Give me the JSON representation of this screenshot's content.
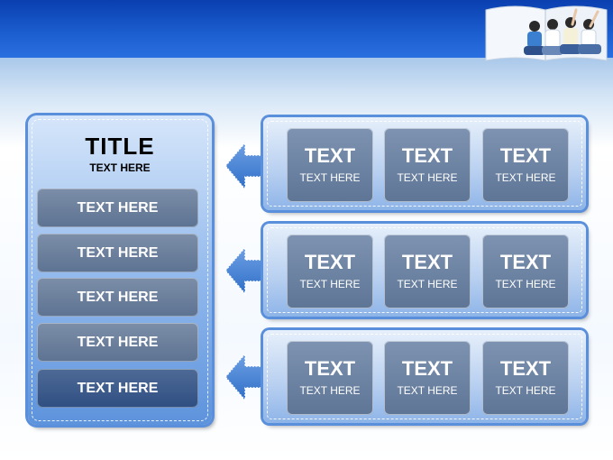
{
  "left_panel": {
    "title": "TITLE",
    "subtitle": "TEXT HERE",
    "items": [
      {
        "label": "TEXT HERE"
      },
      {
        "label": "TEXT HERE"
      },
      {
        "label": "TEXT HERE"
      },
      {
        "label": "TEXT HERE"
      },
      {
        "label": "TEXT HERE"
      }
    ]
  },
  "rows": [
    {
      "cells": [
        {
          "title": "TEXT",
          "sub": "TEXT HERE"
        },
        {
          "title": "TEXT",
          "sub": "TEXT HERE"
        },
        {
          "title": "TEXT",
          "sub": "TEXT HERE"
        }
      ]
    },
    {
      "cells": [
        {
          "title": "TEXT",
          "sub": "TEXT HERE"
        },
        {
          "title": "TEXT",
          "sub": "TEXT HERE"
        },
        {
          "title": "TEXT",
          "sub": "TEXT HERE"
        }
      ]
    },
    {
      "cells": [
        {
          "title": "TEXT",
          "sub": "TEXT HERE"
        },
        {
          "title": "TEXT",
          "sub": "TEXT HERE"
        },
        {
          "title": "TEXT",
          "sub": "TEXT HERE"
        }
      ]
    }
  ],
  "colors": {
    "header_blue": "#0a3fb0",
    "panel_border": "#5a8fdc",
    "cell_fill": "#6a809f"
  }
}
